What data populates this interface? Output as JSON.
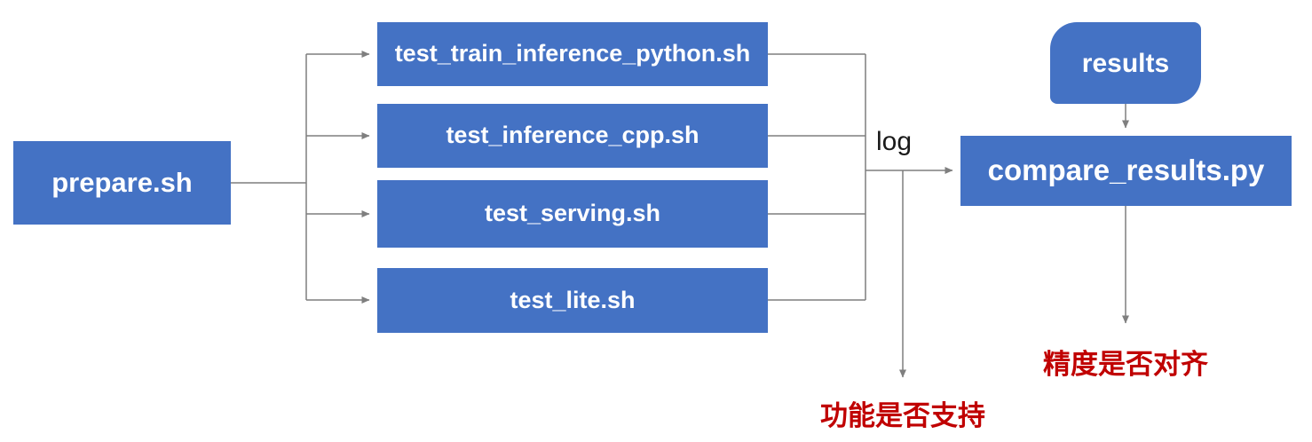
{
  "diagram": {
    "title": "test pipeline flowchart",
    "nodes": {
      "prepare": {
        "label": "prepare.sh"
      },
      "tests": [
        {
          "label": "test_train_inference_python.sh"
        },
        {
          "label": "test_inference_cpp.sh"
        },
        {
          "label": "test_serving.sh"
        },
        {
          "label": "test_lite.sh"
        }
      ],
      "results": {
        "label": "results"
      },
      "compare": {
        "label": "compare_results.py"
      }
    },
    "labels": {
      "log": "log",
      "feature_supported": "功能是否支持",
      "accuracy_aligned": "精度是否对齐"
    },
    "colors": {
      "node_fill": "#4472C4",
      "node_text": "#FFFFFF",
      "connector": "#7F7F7F",
      "annotation_red": "#C00000",
      "log_text": "#1A1A1A"
    }
  }
}
